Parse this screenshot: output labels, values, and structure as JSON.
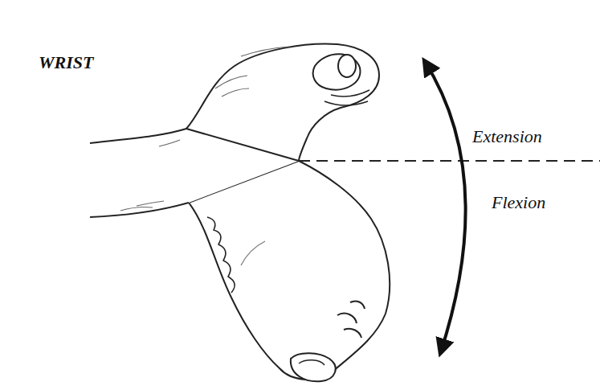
{
  "diagram": {
    "labels": [
      "WRIST",
      "Extension",
      "Flexion"
    ]
  }
}
